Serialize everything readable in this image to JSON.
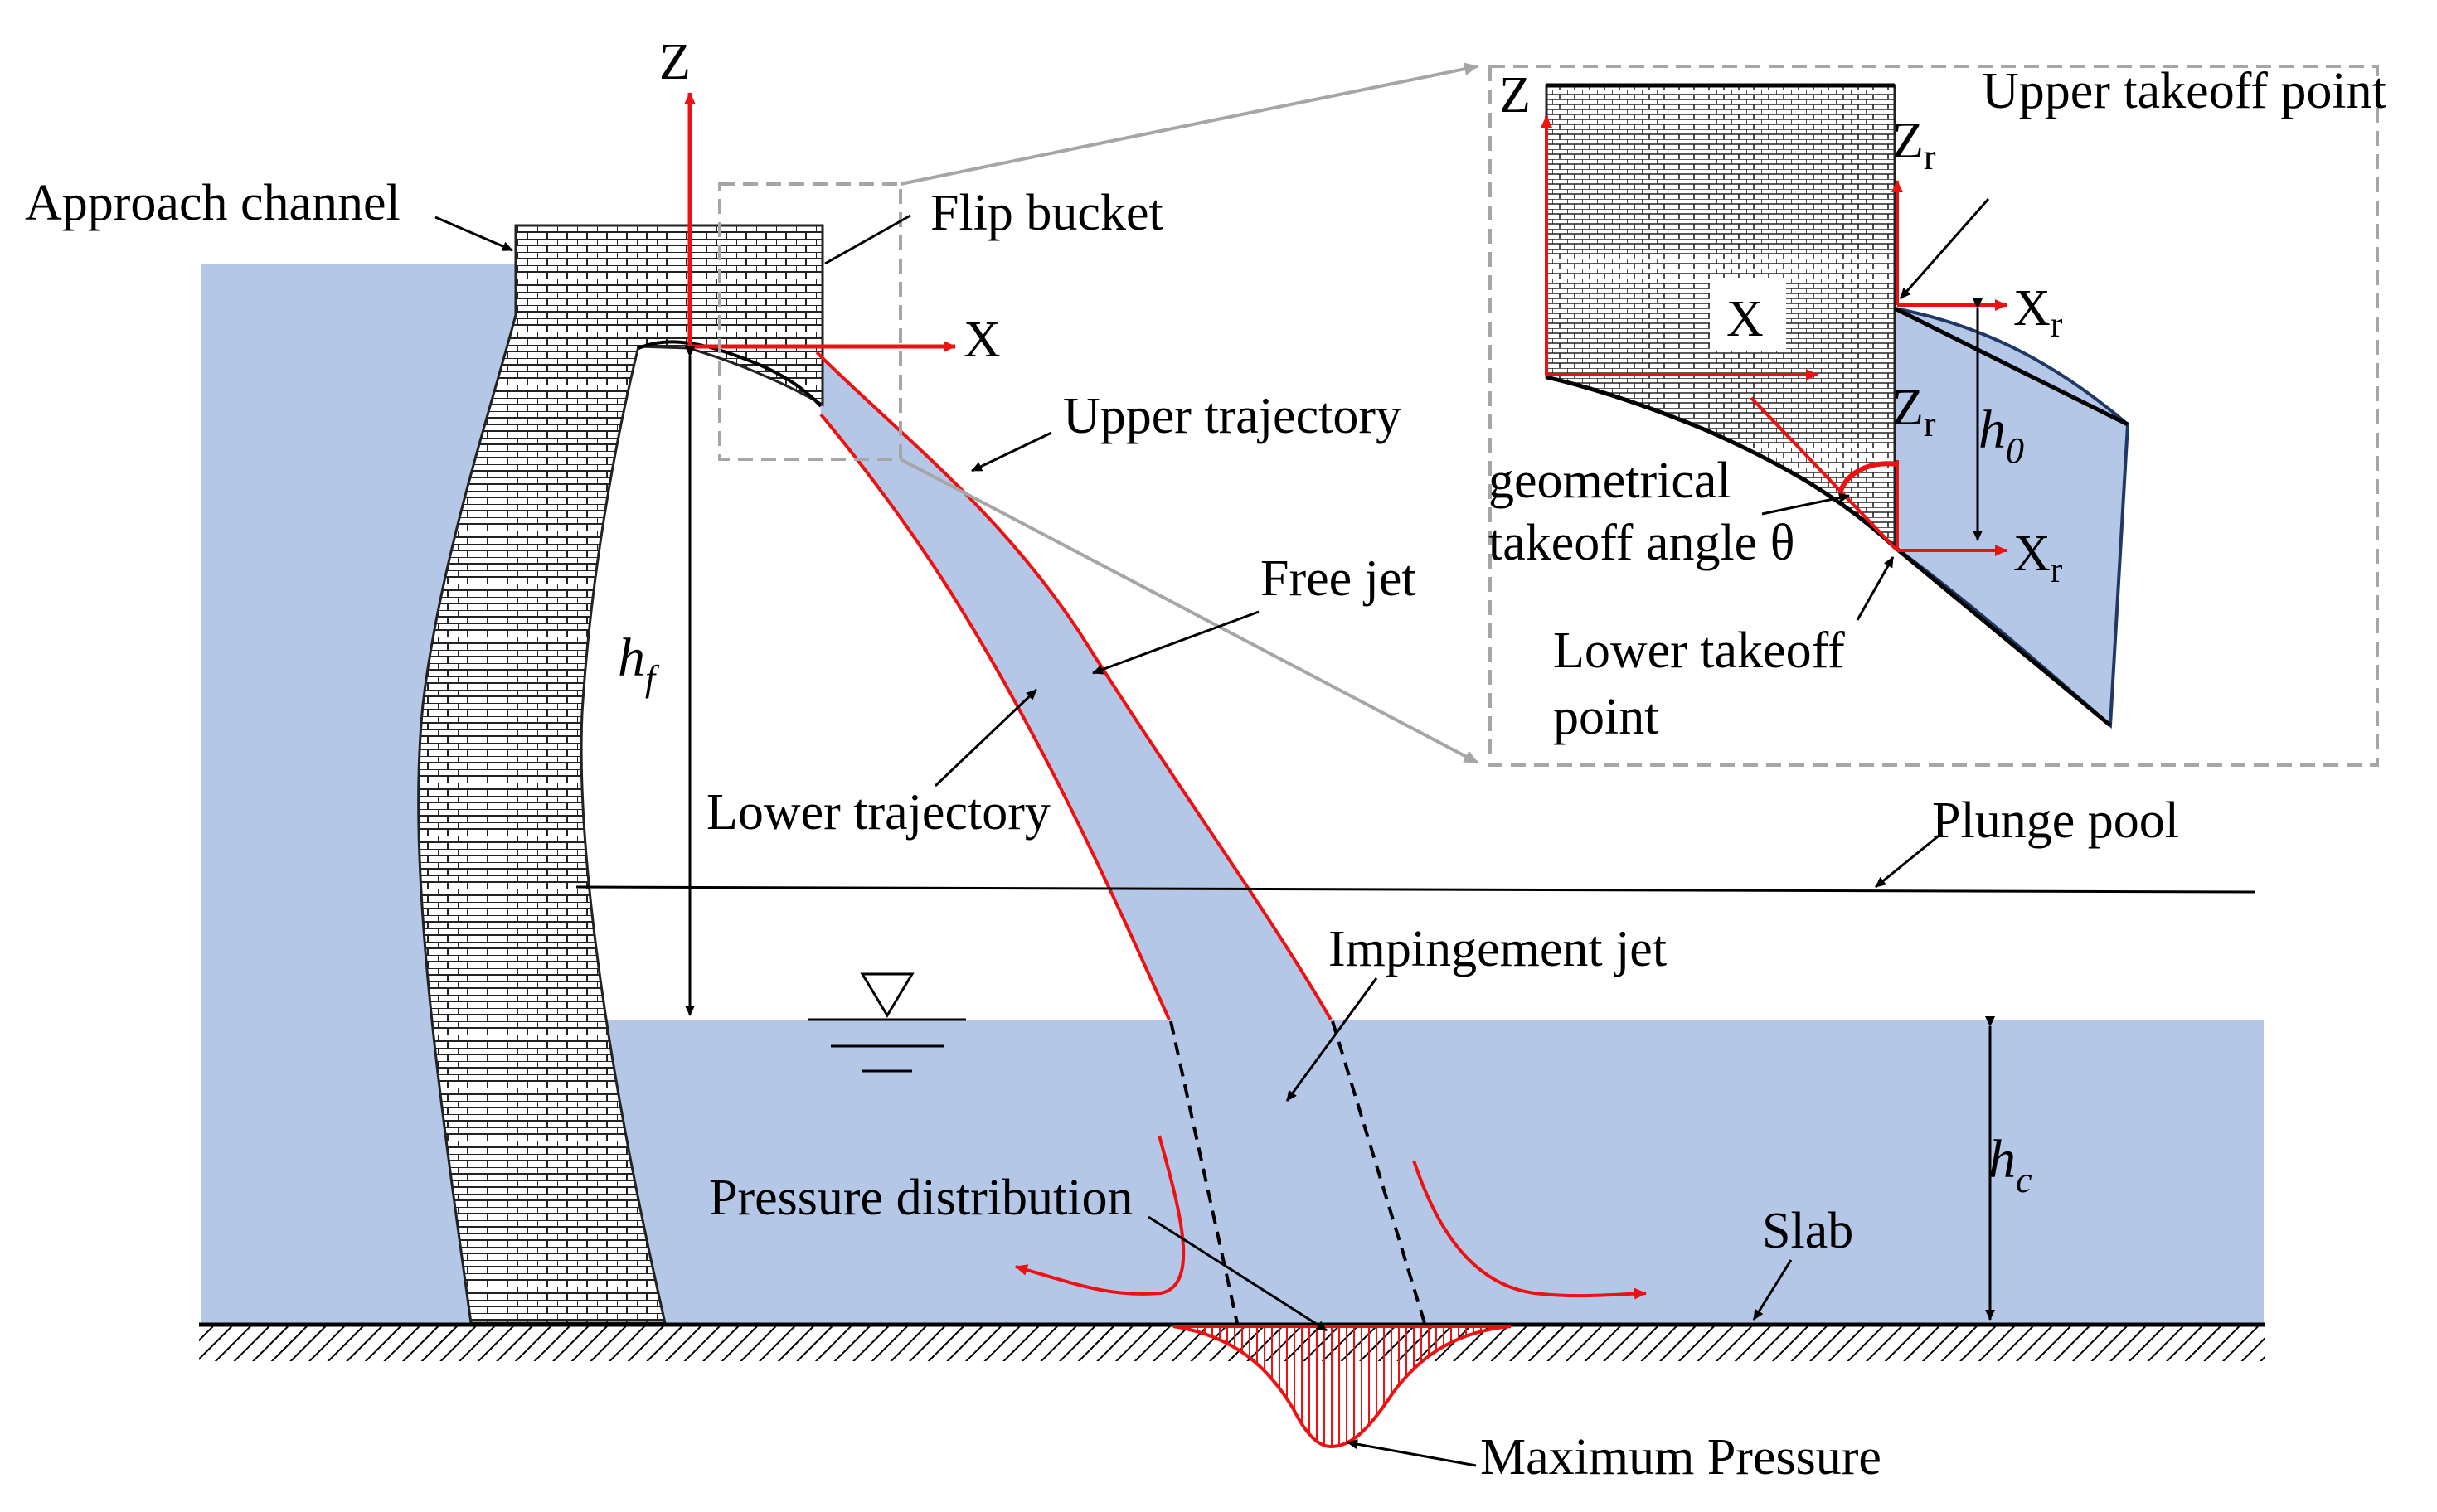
{
  "colors": {
    "water": "#b4c7e7",
    "trajectory": "#ee1111",
    "masonry_bg": "#ffffff",
    "masonry_line": "#222222",
    "inset_border": "#a6a6a6",
    "pressure": "#ee1111"
  },
  "labels": {
    "approach_channel": "Approach channel",
    "flip_bucket": "Flip bucket",
    "upper_trajectory": "Upper trajectory",
    "free_jet": "Free jet",
    "lower_trajectory": "Lower trajectory",
    "plunge_pool": "Plunge pool",
    "impingement_jet": "Impingement  jet",
    "pressure_distribution": "Pressure distribution",
    "slab": "Slab",
    "maximum_pressure": "Maximum Pressure",
    "h_f": "h",
    "h_f_sub": "f",
    "h_c": "h",
    "h_c_sub": "c",
    "axis_z": "Z",
    "axis_x": "X"
  },
  "inset": {
    "upper_takeoff_point": "Upper takeoff point",
    "lower_takeoff_line1": "Lower takeoff",
    "lower_takeoff_line2": "point",
    "angle_line1": "geometrical",
    "angle_line2": "takeoff angle θ",
    "axis_z": "Z",
    "axis_x": "X",
    "zr": "Z",
    "zr_sub": "r",
    "xr": "X",
    "xr_sub": "r",
    "h0": "h",
    "h0_sub": "0"
  },
  "icons": {
    "water_level": "water-surface-triangle-icon"
  }
}
